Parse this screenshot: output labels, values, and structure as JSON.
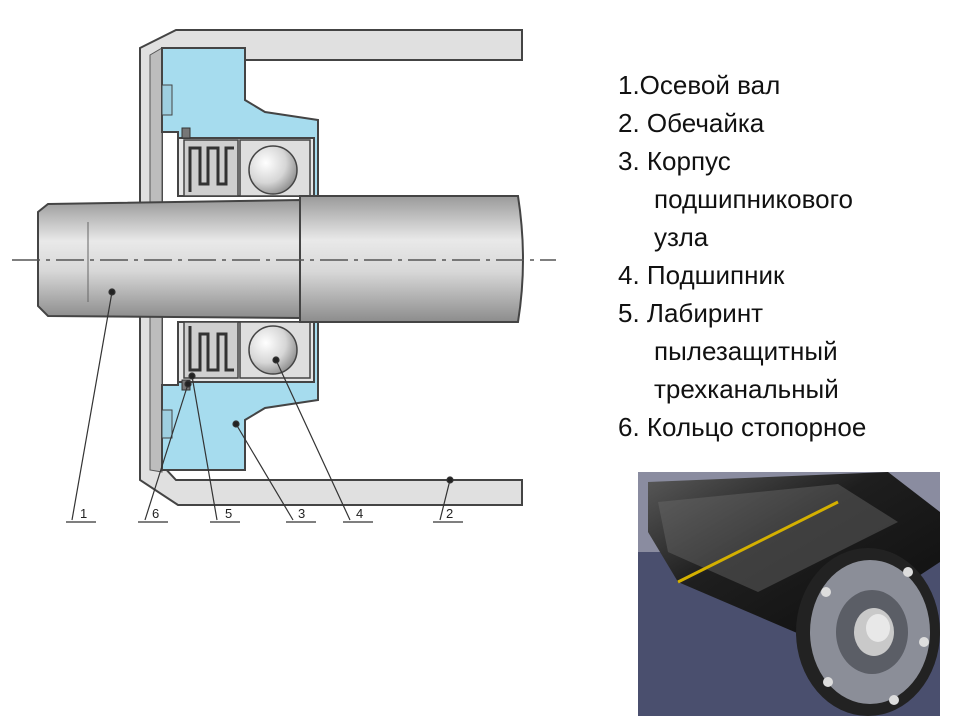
{
  "legend": [
    {
      "lines": [
        "1.Осевой вал"
      ]
    },
    {
      "lines": [
        "2. Обечайка"
      ]
    },
    {
      "lines": [
        "3. Корпус",
        "подшипникового",
        "узла"
      ]
    },
    {
      "lines": [
        "4. Подшипник"
      ]
    },
    {
      "lines": [
        "5. Лабиринт",
        "пылезащитный",
        "трехканальный"
      ]
    },
    {
      "lines": [
        "6. Кольцо стопорное"
      ]
    }
  ],
  "callouts": [
    "1",
    "6",
    "5",
    "3",
    "4",
    "2"
  ],
  "colors": {
    "housing": "#a6dcee",
    "metal": "#cfcfcf",
    "outline": "#444444"
  }
}
